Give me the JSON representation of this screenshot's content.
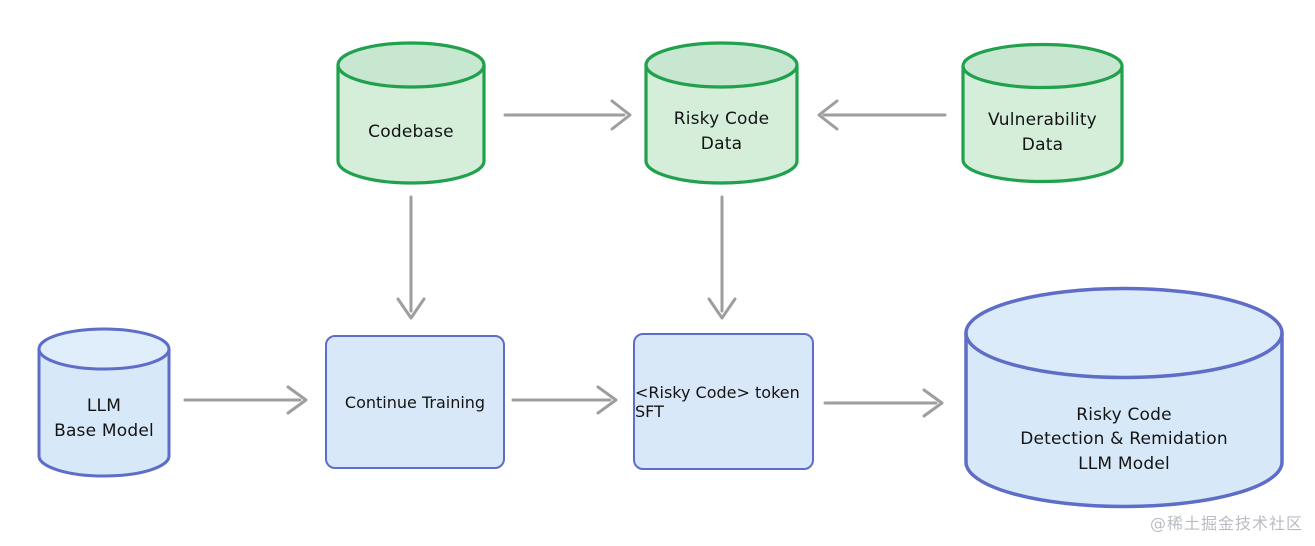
{
  "diagram": {
    "type": "flowchart",
    "description": "LLM training pipeline for risky code detection",
    "nodes": {
      "codebase": {
        "label": "Codebase",
        "shape": "cylinder",
        "color_scheme": "green"
      },
      "risky_code_data": {
        "label": "Risky Code\nData",
        "shape": "cylinder",
        "color_scheme": "green"
      },
      "vulnerability_data": {
        "label": "Vulnerability\nData",
        "shape": "cylinder",
        "color_scheme": "green"
      },
      "llm_base_model": {
        "label": "LLM\nBase Model",
        "shape": "cylinder",
        "color_scheme": "blue"
      },
      "continue_training": {
        "label": "Continue\nTraining",
        "shape": "rect",
        "color_scheme": "blue"
      },
      "risky_code_token_sft": {
        "label": "<Risky Code>\ntoken SFT",
        "shape": "rect",
        "color_scheme": "blue"
      },
      "risky_code_llm_model": {
        "label": "Risky Code\nDetection & Remidation\nLLM Model",
        "shape": "cylinder",
        "color_scheme": "blue"
      }
    },
    "edges": [
      {
        "from": "codebase",
        "to": "risky_code_data",
        "direction": "right"
      },
      {
        "from": "vulnerability_data",
        "to": "risky_code_data",
        "direction": "left"
      },
      {
        "from": "codebase",
        "to": "continue_training",
        "direction": "down"
      },
      {
        "from": "risky_code_data",
        "to": "risky_code_token_sft",
        "direction": "down"
      },
      {
        "from": "llm_base_model",
        "to": "continue_training",
        "direction": "right"
      },
      {
        "from": "continue_training",
        "to": "risky_code_token_sft",
        "direction": "right"
      },
      {
        "from": "risky_code_token_sft",
        "to": "risky_code_llm_model",
        "direction": "right"
      }
    ],
    "colors": {
      "green_stroke": "#21a14d",
      "green_body_fill": "#d4eeda",
      "green_top_fill": "#c8e7d0",
      "blue_stroke": "#5e6dc8",
      "blue_body_fill": "#d7e8f8",
      "blue_top_fill": "#e0eefb",
      "arrow": "#9e9ea0",
      "text": "#141414",
      "background": "#ffffff"
    },
    "watermark": "@稀土掘金技术社区"
  }
}
